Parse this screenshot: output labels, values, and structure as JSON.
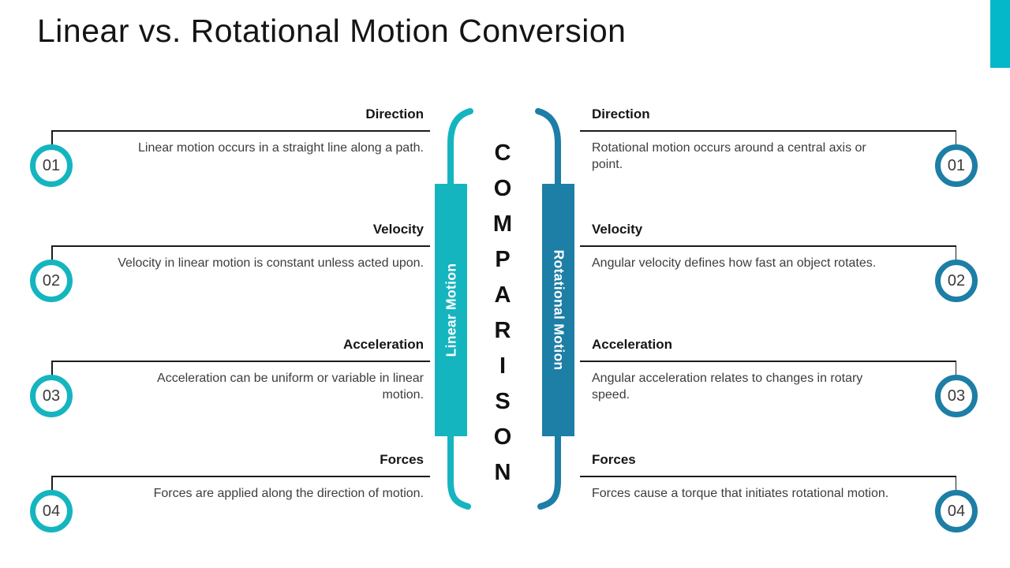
{
  "title": "Linear vs. Rotational Motion Conversion",
  "colors": {
    "teal": "#15b5c0",
    "blue": "#1d7ea6",
    "corner_accent": "#04b8ca",
    "line": "#1c1c1c",
    "body_text": "#3d3d3d"
  },
  "center": {
    "comparison_label": "COMPARISON",
    "left_bar": {
      "label": "Linear Motion",
      "color": "#15b5c0"
    },
    "right_bar": {
      "label": "Rotational Motion",
      "color": "#1d7ea6"
    }
  },
  "columns": {
    "left": {
      "items": [
        {
          "number": "01",
          "heading": "Direction",
          "description": "Linear motion occurs in a straight line along a path."
        },
        {
          "number": "02",
          "heading": "Velocity",
          "description": "Velocity in linear motion is constant unless acted upon."
        },
        {
          "number": "03",
          "heading": "Acceleration",
          "description": "Acceleration can be uniform or variable in linear motion."
        },
        {
          "number": "04",
          "heading": "Forces",
          "description": "Forces are applied along the direction of motion."
        }
      ]
    },
    "right": {
      "items": [
        {
          "number": "01",
          "heading": "Direction",
          "description": "Rotational motion occurs around a central axis or point."
        },
        {
          "number": "02",
          "heading": "Velocity",
          "description": "Angular velocity defines how fast an object rotates."
        },
        {
          "number": "03",
          "heading": "Acceleration",
          "description": "Angular acceleration relates to changes in rotary speed."
        },
        {
          "number": "04",
          "heading": "Forces",
          "description": "Forces cause a torque that initiates rotational motion."
        }
      ]
    }
  }
}
